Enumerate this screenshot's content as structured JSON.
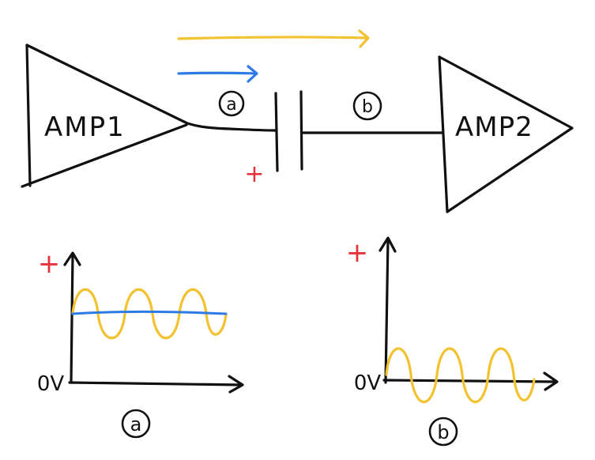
{
  "colors": {
    "ink": "#111111",
    "yellow": "#F2C230",
    "blue": "#2F7BE6",
    "red": "#E5323A"
  },
  "circuit": {
    "amp1_label": "AMP1",
    "amp2_label": "AMP2",
    "node_a": "a",
    "node_b": "b",
    "plus_sign": "+"
  },
  "graph_a": {
    "plus_sign": "+",
    "zero_label": "0V",
    "caption": "a"
  },
  "graph_b": {
    "plus_sign": "+",
    "zero_label": "0V",
    "caption": "b"
  }
}
